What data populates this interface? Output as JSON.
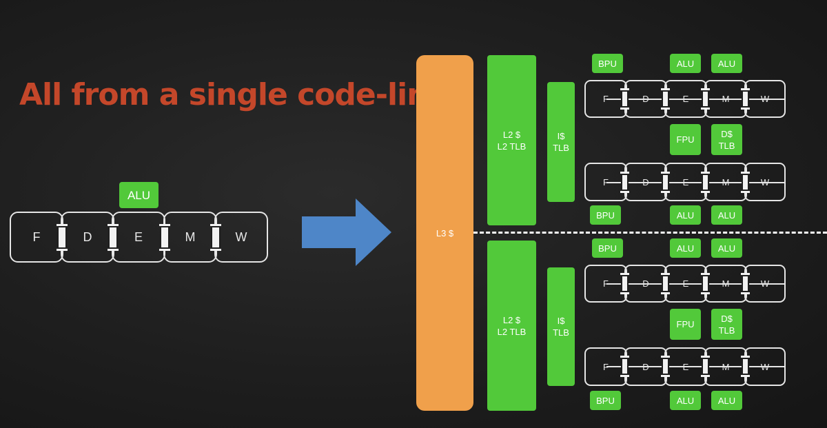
{
  "title": "All from a single code-line",
  "single_pipeline": {
    "unit": "ALU",
    "stages": [
      "F",
      "D",
      "E",
      "M",
      "W"
    ]
  },
  "cache": {
    "l3": "L3 $",
    "l2_top": [
      "L2 $",
      "L2 TLB"
    ],
    "l2_bottom": [
      "L2 $",
      "L2 TLB"
    ],
    "il1_top": [
      "I$",
      "TLB"
    ],
    "il1_bottom": [
      "I$",
      "TLB"
    ]
  },
  "pipelines": {
    "stages": [
      "F",
      "D",
      "E",
      "M",
      "W"
    ],
    "bpu": "BPU",
    "alu": "ALU",
    "fpu": "FPU",
    "dcache": [
      "D$",
      "TLB"
    ]
  },
  "colors": {
    "title": "#c4472a",
    "unit_green": "#52c93a",
    "l3_orange": "#f0a04b",
    "arrow_blue": "#4e86c8"
  }
}
